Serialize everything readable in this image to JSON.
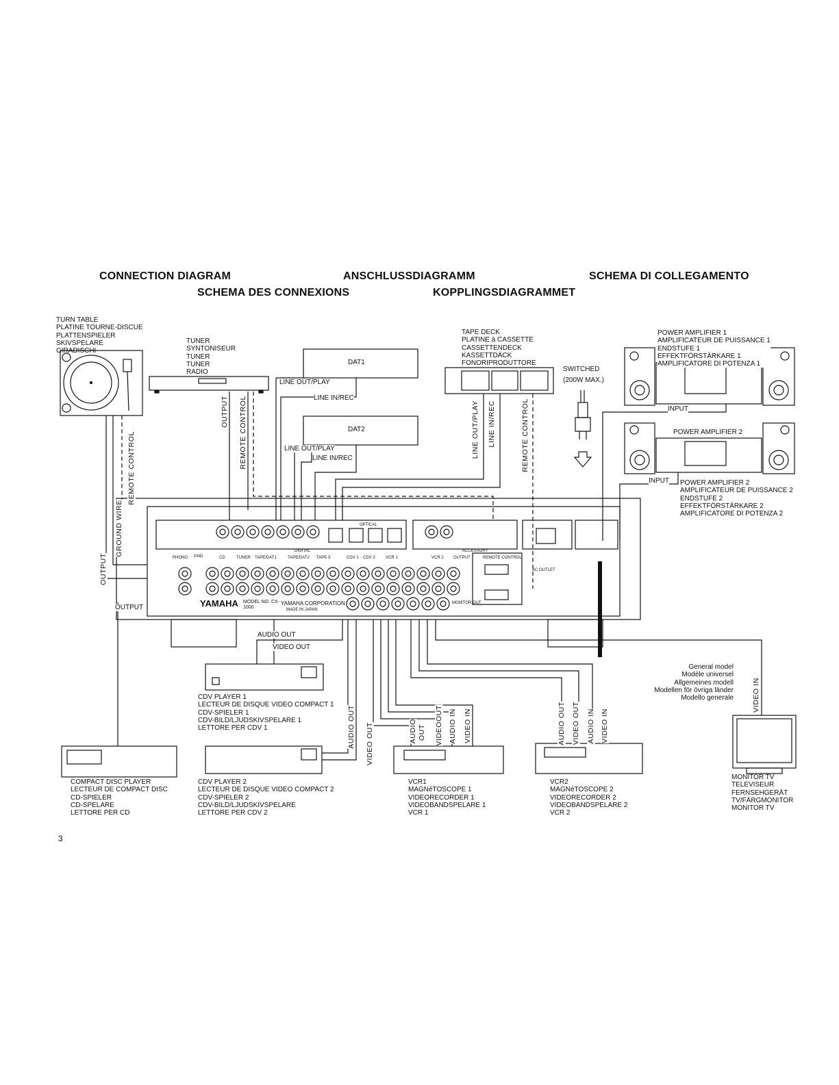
{
  "titles": {
    "en": "CONNECTION DIAGRAM",
    "de": "ANSCHLUSSDIAGRAMM",
    "it": "SCHEMA DI COLLEGAMENTO",
    "fr": "SCHEMA DES CONNEXIONS",
    "sv": "KOPPLINGSDIAGRAMMET"
  },
  "devices": {
    "turntable": [
      "TURN TABLE",
      "PLATINE TOURNE-DISCUE",
      "PLATTENSPIELER",
      "SKIVSPELARE",
      "GIRADISCHI"
    ],
    "tuner": [
      "TUNER",
      "SYNTONISEUR",
      "TUNER",
      "TUNER",
      "RADIO"
    ],
    "dat1": "DAT1",
    "dat2": "DAT2",
    "tape_deck": [
      "TAPE DECK",
      "PLATINE à CASSETTE",
      "CASSETTENDECK",
      "KASSETTDÄCK",
      "FONORIPRODUTTORE"
    ],
    "power_amp1": [
      "POWER AMPLIFIER 1",
      "AMPLIFICATEUR DE PUISSANCE 1",
      "ENDSTUFE 1",
      "EFFEKTFÖRSTÄRKARE 1",
      "AMPLIFICATORE DI POTENZA 1"
    ],
    "power_amp2_short": "POWER AMPLIFIER 2",
    "power_amp2": [
      "POWER AMPLIFIER 2",
      "AMPLIFICATEUR DE PUISSANCE 2",
      "ENDSTUFE 2",
      "EFFEKTFÖRSTÄRKARE 2",
      "AMPLIFICATORE DI POTENZA 2"
    ],
    "cdv1": [
      "CDV PLAYER 1",
      "LECTEUR DE DISQUE VIDEO COMPACT 1",
      "CDV-SPIELER 1",
      "CDV-BILD/LJUDSKIVSPELARE 1",
      "LETTORE PER CDV 1"
    ],
    "cd": [
      "COMPACT DISC PLAYER",
      "LECTEUR DE COMPACT DISC",
      "CD-SPIELER",
      "CD-SPELARE",
      "LETTORE PER CD"
    ],
    "cdv2": [
      "CDV PLAYER 2",
      "LECTEUR DE DISQUE VIDEO COMPACT 2",
      "CDV-SPIELER 2",
      "CDV-BILD/LJUDSKIVSPELARE",
      "LETTORE PER CDV 2"
    ],
    "vcr1": [
      "VCR1",
      "MAGNéTOSCOPE 1",
      "VIDEORECORDER 1",
      "VIDEOBANDSPELARE 1",
      "VCR 1"
    ],
    "vcr2": [
      "VCR2",
      "MAGNéTOSCOPE 2",
      "VIDEORECORDER 2",
      "VIDEOBANDSPELARE 2",
      "VCR 2"
    ],
    "monitor": [
      "MONITOR TV",
      "TELEVISEUR",
      "FERNSEHGERÄT",
      "TV/FÄRGMONITOR",
      "MONITOR TV"
    ]
  },
  "general_model": [
    "General model",
    "Modèle universel",
    "Allgemeines modell",
    "Modellen för övriga länder",
    "Modello generale"
  ],
  "switched": [
    "SWITCHED",
    "(200W MAX.)"
  ],
  "labels": {
    "line_out_play": "LINE OUT/PLAY",
    "line_in_rec": "LINE IN/REC",
    "output": "OUTPUT",
    "remote_control": "REMOTE CONTROL",
    "ground_wire": "GROUND WIRE",
    "input": "INPUT",
    "audio_out": "AUDIO OUT",
    "video_out": "VIDEO OUT",
    "audio_in": "AUDIO IN",
    "video_in": "VIDEO IN",
    "audio": "AUDIO",
    "out": "OUT",
    "videoout": "VIDEOOUT"
  },
  "receiver": {
    "brand": "YAMAHA",
    "model": "MODEL NO. CX-1000",
    "maker": "YAMAHA CORPORATION",
    "made_in": "MADE IN JAPAN",
    "sections": [
      "PHONO",
      "GND",
      "CD",
      "TUNER",
      "TAPE/DAT1",
      "TAPE/DAT2",
      "TAPE 3",
      "CDV 1",
      "CDV 2",
      "VCR 1",
      "VCR 2",
      "OUTPUT",
      "DIGITAL",
      "OPTICAL",
      "ACCESSORY",
      "REMOTE CONTROL",
      "AC OUTLET",
      "MONITOR OUT"
    ]
  },
  "page_number": "3"
}
